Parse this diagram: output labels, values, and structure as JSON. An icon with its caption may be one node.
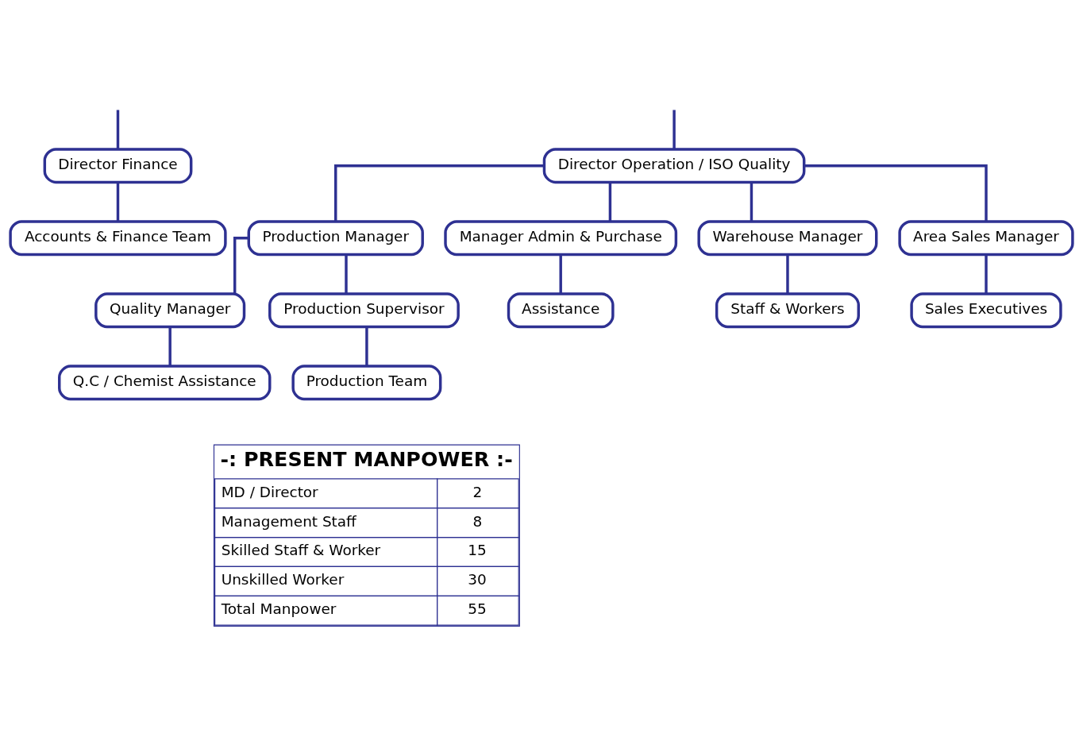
{
  "diagram": {
    "nodes": [
      {
        "text": [
          "Director Finance"
        ]
      },
      {
        "text": [
          "Accounts & Finance Team"
        ]
      },
      {
        "text": [
          "Director Operation / ISO Quality"
        ]
      },
      {
        "text": [
          "Production Manager"
        ]
      },
      {
        "text": [
          "Manager Admin & Purchase"
        ]
      },
      {
        "text": [
          "Warehouse Manager"
        ]
      },
      {
        "text": [
          "Area Sales Manager"
        ]
      },
      {
        "text": [
          "Quality Manager"
        ]
      },
      {
        "text": [
          "Q.C / Chemist Assistance"
        ]
      },
      {
        "text": [
          "Production Supervisor"
        ]
      },
      {
        "text": [
          "Production Team"
        ]
      },
      {
        "text": [
          "Assistance"
        ]
      },
      {
        "text": [
          "Staff & Workers"
        ]
      },
      {
        "text": [
          "Sales Executives"
        ]
      }
    ],
    "edges": [
      {
        "from": null,
        "to": 0,
        "arrow": "none"
      },
      {
        "from": null,
        "to": 2,
        "arrow": "none"
      },
      {
        "from": 0,
        "to": 1,
        "arrow": "none"
      },
      {
        "from": 2,
        "to": 3,
        "arrow": "none"
      },
      {
        "from": 2,
        "to": 4,
        "arrow": "none"
      },
      {
        "from": 2,
        "to": 5,
        "arrow": "none"
      },
      {
        "from": 2,
        "to": 6,
        "arrow": "none"
      },
      {
        "from": 3,
        "to": 7,
        "arrow": "none"
      },
      {
        "from": 7,
        "to": 8,
        "arrow": "none"
      },
      {
        "from": 3,
        "to": 9,
        "arrow": "none"
      },
      {
        "from": 9,
        "to": 10,
        "arrow": "none"
      },
      {
        "from": 4,
        "to": 11,
        "arrow": "none"
      },
      {
        "from": 5,
        "to": 12,
        "arrow": "none"
      },
      {
        "from": 6,
        "to": 13,
        "arrow": "none"
      }
    ],
    "labels": [
      "-: PRESENT MANPOWER :-",
      "MD / Director",
      "2",
      "Management Staff",
      "8",
      "Skilled Staff & Worker",
      "15",
      "Unskilled Worker",
      "30",
      "Total Manpower",
      "55"
    ]
  }
}
